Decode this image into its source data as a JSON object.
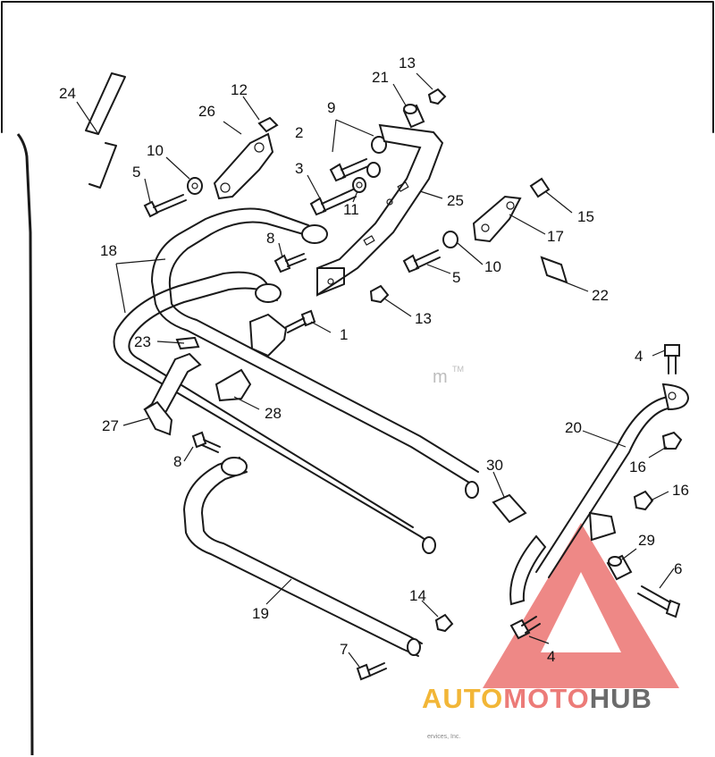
{
  "callouts": [
    {
      "id": "c24",
      "text": "24"
    },
    {
      "id": "c26",
      "text": "26"
    },
    {
      "id": "c12",
      "text": "12"
    },
    {
      "id": "c2",
      "text": "2"
    },
    {
      "id": "c9",
      "text": "9"
    },
    {
      "id": "c21",
      "text": "21"
    },
    {
      "id": "c13a",
      "text": "13"
    },
    {
      "id": "c10a",
      "text": "10"
    },
    {
      "id": "c5a",
      "text": "5"
    },
    {
      "id": "c3",
      "text": "3"
    },
    {
      "id": "c11",
      "text": "11"
    },
    {
      "id": "c25",
      "text": "25"
    },
    {
      "id": "c15",
      "text": "15"
    },
    {
      "id": "c17",
      "text": "17"
    },
    {
      "id": "c10b",
      "text": "10"
    },
    {
      "id": "c5b",
      "text": "5"
    },
    {
      "id": "c22",
      "text": "22"
    },
    {
      "id": "c8a",
      "text": "8"
    },
    {
      "id": "c18",
      "text": "18"
    },
    {
      "id": "c13b",
      "text": "13"
    },
    {
      "id": "c1",
      "text": "1"
    },
    {
      "id": "c23",
      "text": "23"
    },
    {
      "id": "c28",
      "text": "28"
    },
    {
      "id": "c27",
      "text": "27"
    },
    {
      "id": "c8b",
      "text": "8"
    },
    {
      "id": "c4a",
      "text": "4"
    },
    {
      "id": "c20",
      "text": "20"
    },
    {
      "id": "c16a",
      "text": "16"
    },
    {
      "id": "c30",
      "text": "30"
    },
    {
      "id": "c16b",
      "text": "16"
    },
    {
      "id": "c29",
      "text": "29"
    },
    {
      "id": "c6",
      "text": "6"
    },
    {
      "id": "c14",
      "text": "14"
    },
    {
      "id": "c19",
      "text": "19"
    },
    {
      "id": "c7",
      "text": "7"
    },
    {
      "id": "c4b",
      "text": "4"
    }
  ],
  "trademark_fragment": "m",
  "trademark_symbol": "TM",
  "copyright_fragment": "ervices, Inc.",
  "watermark": {
    "brand_part1": "AUTO",
    "brand_part2": "MOTO",
    "brand_part3": "HUB",
    "color_part1": "#f2b637",
    "color_part2": "#ec7b78",
    "color_part3": "#6b6b6b",
    "triangle_color": "#e85a57"
  }
}
